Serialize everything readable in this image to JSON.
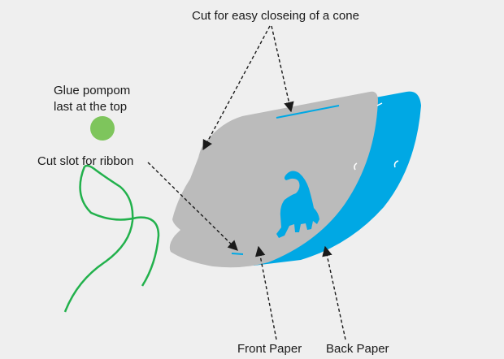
{
  "labels": {
    "cut_cone": "Cut for easy closeing of a cone",
    "glue_line1": "Glue pompom",
    "glue_line2": "last at the top",
    "cut_slot": "Cut slot for ribbon",
    "front_paper": "Front Paper",
    "back_paper": "Back Paper"
  },
  "colors": {
    "background": "#efefef",
    "front_paper": "#bbbbbb",
    "back_paper": "#00a8e4",
    "pompom": "#7ec55c",
    "ribbon": "#22b14c",
    "arrow": "#1a1a1a",
    "cut_line": "#00a8e4",
    "dinosaur": "#00a8e4"
  },
  "icons": {
    "pompom": "circle",
    "dinosaur": "dinosaur-silhouette"
  }
}
